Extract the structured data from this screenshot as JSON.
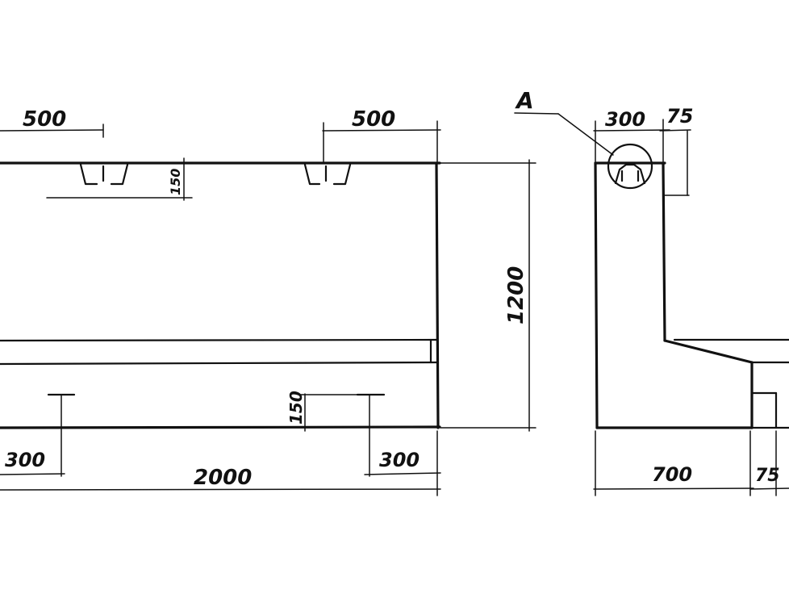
{
  "drawing": {
    "front_view": {
      "dim_top_left": "500",
      "dim_top_right": "500",
      "dim_small_top": "150",
      "dim_height": "1200",
      "dim_small_bottom": "150",
      "dim_bottom_left": "300",
      "dim_bottom_right": "300",
      "dim_length": "2000"
    },
    "side_view": {
      "callout": "A",
      "dim_top_width": "300",
      "dim_top_offset": "75",
      "dim_base": "700",
      "dim_base_offset": "75"
    }
  }
}
